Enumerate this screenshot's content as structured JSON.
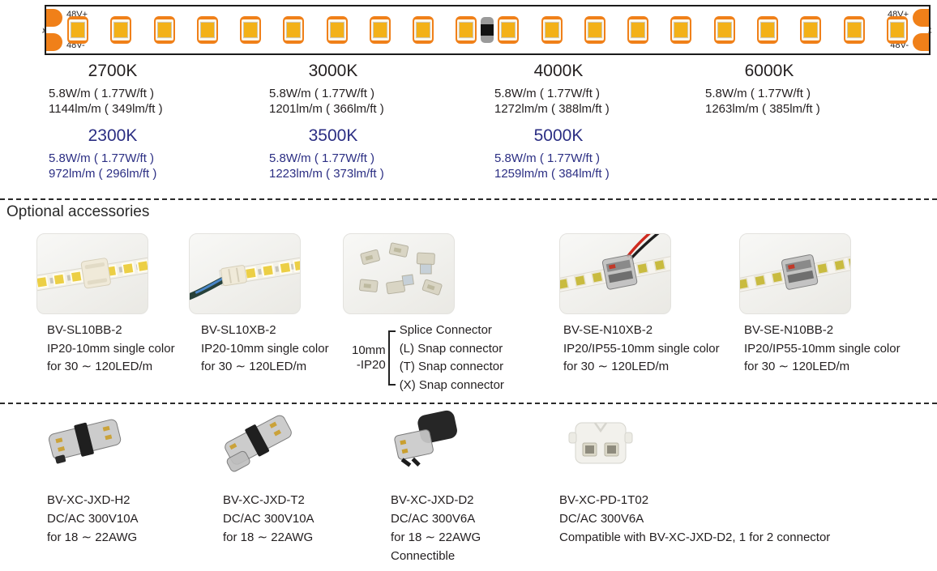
{
  "colors": {
    "accent_orange": "#F08019",
    "led_yellow": "#F3B117",
    "secondary_cct_blue": "#2B2E83",
    "text_dark": "#231F20"
  },
  "strip": {
    "positive_label": "48V+",
    "negative_label": "48V-",
    "led_count": 20
  },
  "cct_table": {
    "primary": [
      {
        "cct": "2700K",
        "power": "5.8W/m ( 1.77W/ft )",
        "flux": "1144lm/m ( 349lm/ft )"
      },
      {
        "cct": "3000K",
        "power": "5.8W/m ( 1.77W/ft )",
        "flux": "1201lm/m ( 366lm/ft )"
      },
      {
        "cct": "4000K",
        "power": "5.8W/m ( 1.77W/ft )",
        "flux": "1272lm/m ( 388lm/ft )"
      },
      {
        "cct": "6000K",
        "power": "5.8W/m ( 1.77W/ft )",
        "flux": "1263lm/m ( 385lm/ft )"
      }
    ],
    "secondary": [
      {
        "cct": "2300K",
        "power": "5.8W/m ( 1.77W/ft )",
        "flux": "972lm/m ( 296lm/ft )"
      },
      {
        "cct": "3500K",
        "power": "5.8W/m ( 1.77W/ft )",
        "flux": "1223lm/m ( 373lm/ft )"
      },
      {
        "cct": "5000K",
        "power": "5.8W/m ( 1.77W/ft )",
        "flux": "1259lm/m ( 384lm/ft )"
      }
    ]
  },
  "accessories": {
    "heading": "Optional accessories",
    "items": [
      {
        "model": "BV-SL10BB-2",
        "desc": "IP20-10mm single color",
        "range": "for 30 ∼ 120LED/m"
      },
      {
        "model": "BV-SL10XB-2",
        "desc": "IP20-10mm single color",
        "range": "for 30 ∼ 120LED/m"
      },
      {
        "size_label": "10mm",
        "ip_label": "-IP20",
        "options": [
          "Splice Connector",
          "(L) Snap connector",
          "(T) Snap connector",
          "(X) Snap connector"
        ]
      },
      {
        "model": "BV-SE-N10XB-2",
        "desc": "IP20/IP55-10mm single color",
        "range": "for 30 ∼ 120LED/m"
      },
      {
        "model": "BV-SE-N10BB-2",
        "desc": "IP20/IP55-10mm single color",
        "range": "for 30 ∼ 120LED/m"
      }
    ]
  },
  "wire_connectors": [
    {
      "model": "BV-XC-JXD-H2",
      "rating": "DC/AC 300V10A",
      "wire_range": "for 18 ∼ 22AWG"
    },
    {
      "model": "BV-XC-JXD-T2",
      "rating": "DC/AC 300V10A",
      "wire_range": "for 18 ∼ 22AWG"
    },
    {
      "model": "BV-XC-JXD-D2",
      "rating": "DC/AC 300V6A",
      "wire_range": "for 18 ∼ 22AWG",
      "note": "Connectible"
    },
    {
      "model": "BV-XC-PD-1T02",
      "rating": "DC/AC 300V6A",
      "note": "Compatible with BV-XC-JXD-D2, 1 for 2 connector"
    }
  ]
}
